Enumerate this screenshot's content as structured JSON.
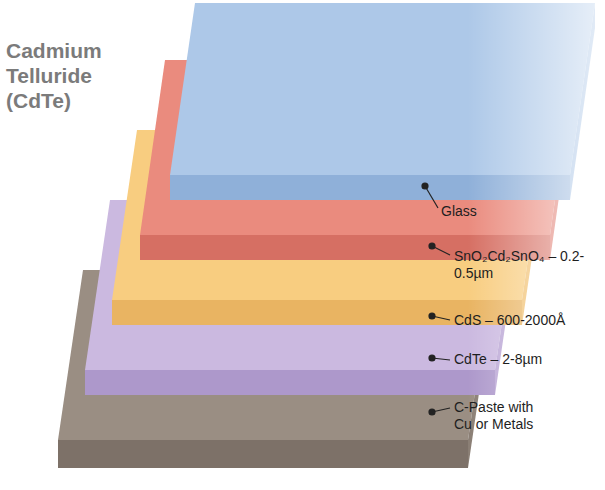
{
  "diagram": {
    "title": "Cadmium Telluride (CdTe)",
    "labels": [
      "Glass",
      "SnO₂Cd₂SnO₄ – 0.2-0.5µm",
      "CdS – 600-2000Å",
      "CdTe – 2-8µm",
      "C-Paste with Cu or Metals"
    ]
  }
}
